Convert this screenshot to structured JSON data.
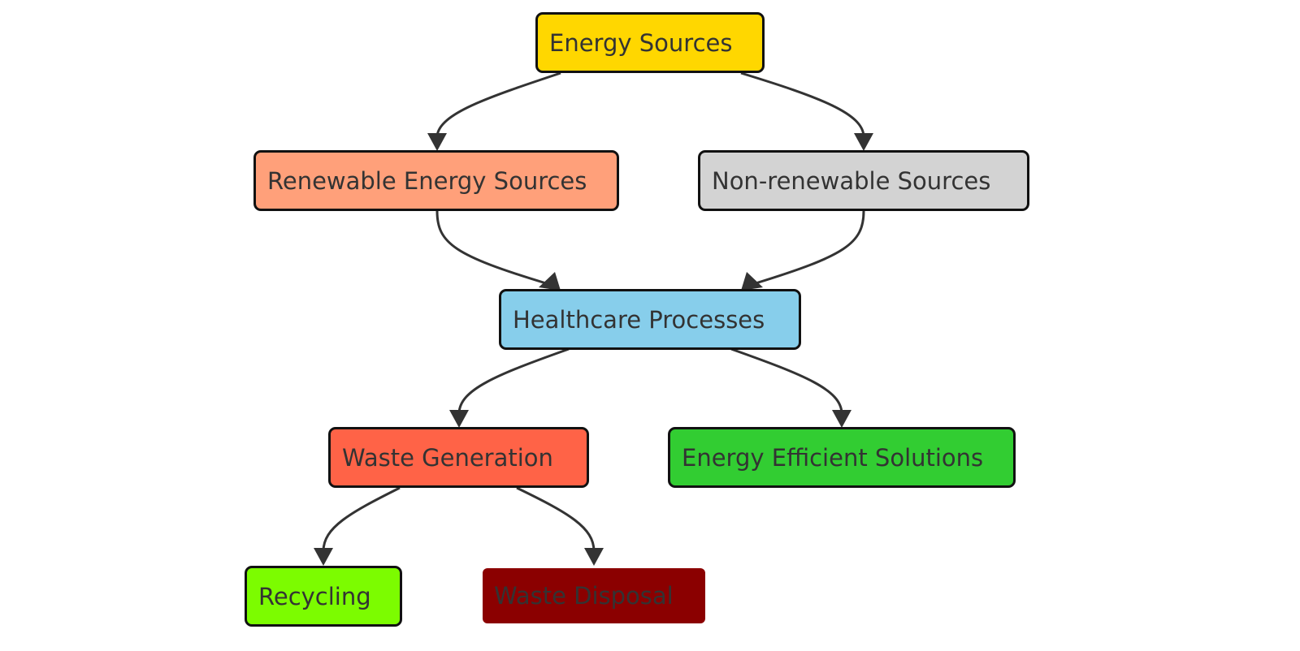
{
  "nodes": {
    "energy_sources": {
      "label": "Energy Sources",
      "color": "#FFD700"
    },
    "renewable": {
      "label": "Renewable Energy Sources",
      "color": "#FFA07A"
    },
    "nonrenewable": {
      "label": "Non-renewable Sources",
      "color": "#D3D3D3"
    },
    "healthcare": {
      "label": "Healthcare Processes",
      "color": "#87CEEB"
    },
    "waste_generation": {
      "label": "Waste Generation",
      "color": "#FF6347"
    },
    "efficient": {
      "label": "Energy Efficient Solutions",
      "color": "#32CD32"
    },
    "recycling": {
      "label": "Recycling",
      "color": "#7CFC00"
    },
    "waste_disposal": {
      "label": "Waste Disposal",
      "color": "#8B0000"
    }
  },
  "edges": [
    {
      "from": "Energy Sources",
      "to": "Renewable Energy Sources"
    },
    {
      "from": "Energy Sources",
      "to": "Non-renewable Sources"
    },
    {
      "from": "Renewable Energy Sources",
      "to": "Healthcare Processes"
    },
    {
      "from": "Non-renewable Sources",
      "to": "Healthcare Processes"
    },
    {
      "from": "Healthcare Processes",
      "to": "Waste Generation"
    },
    {
      "from": "Healthcare Processes",
      "to": "Energy Efficient Solutions"
    },
    {
      "from": "Waste Generation",
      "to": "Recycling"
    },
    {
      "from": "Waste Generation",
      "to": "Waste Disposal"
    }
  ],
  "edge_color": "#333333"
}
